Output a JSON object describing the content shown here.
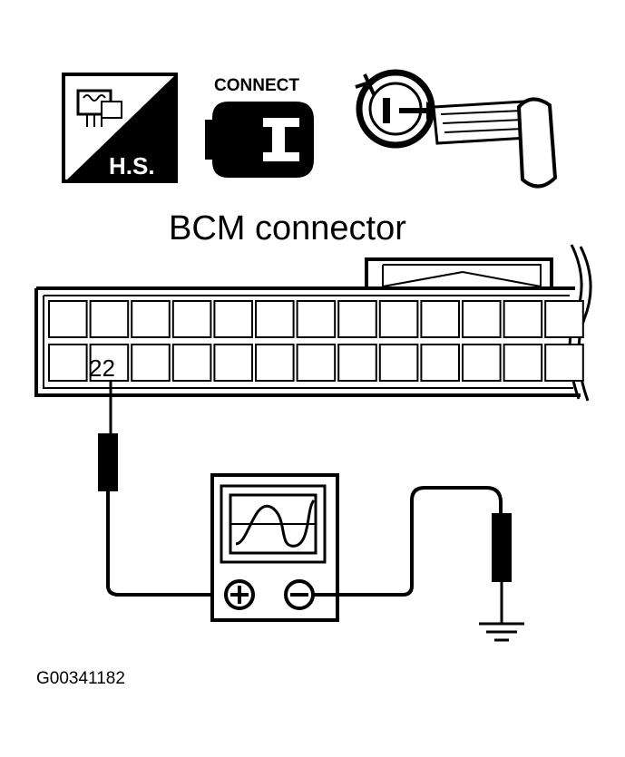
{
  "icons": {
    "harness_icon_label": "H.S.",
    "connect_label": "CONNECT",
    "ignition_key_icon": "ignition-key-off-icon"
  },
  "title": "BCM connector",
  "connector": {
    "pin_label": "22",
    "rows": 2,
    "columns": 13
  },
  "oscilloscope": {
    "positive_symbol": "⊕",
    "negative_symbol": "⊖"
  },
  "figure_id": "G00341182"
}
